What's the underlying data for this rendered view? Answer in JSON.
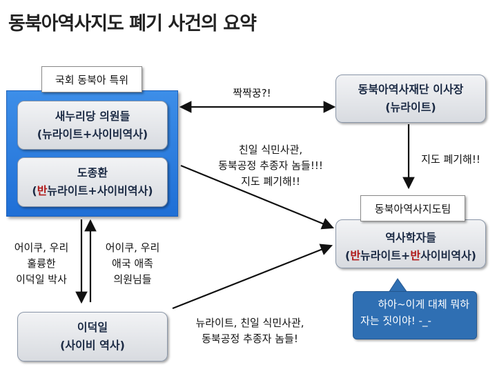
{
  "title": "동북아역사지도 폐기 사건의 요약",
  "committee": {
    "label": "국회 동북아 특위",
    "member1": {
      "line1": "새누리당 의원들",
      "line2": "(뉴라이트+사이비역사)"
    },
    "member2": {
      "line1": "도종환",
      "line2_open": "(",
      "line2_red": "반",
      "line2_rest": "뉴라이트+사이비역사)"
    }
  },
  "foundation": {
    "line1": "동북아역사재단 이사장",
    "line2": "(뉴라이트)"
  },
  "map_team": {
    "label": "동북아역사지도팀",
    "line1": "역사학자들",
    "line2_open": "(",
    "line2_red1": "반",
    "line2_mid": "뉴라이트+",
    "line2_red2": "반",
    "line2_rest": "사이비역사)"
  },
  "lee": {
    "line1": "이덕일",
    "line2": "(사이비 역사)"
  },
  "labels": {
    "top_arrow": "짝짝꿍?!",
    "foundation_to_team": "지도 폐기해!!",
    "committee_to_team": [
      "친일 식민사관,",
      "동북공정 추종자 놈들!!!",
      "지도 폐기해!!"
    ],
    "lee_to_committee": [
      "어이쿠, 우리",
      "훌륭한",
      "이덕일 박사"
    ],
    "committee_to_lee": [
      "어이쿠, 우리",
      "애국 애족",
      "의원님들"
    ],
    "lee_to_team": [
      "뉴라이트, 친일 식민사관,",
      "동북공정 추종자 놈들!"
    ]
  },
  "bubble": {
    "line1": "하아~이게 대체 뭐하",
    "line2": "자는 짓이야! -_-"
  },
  "colors": {
    "accent_blue": "#1f6fd6",
    "emphasis_red": "#b01818",
    "bubble_blue": "#2f6fb3"
  }
}
